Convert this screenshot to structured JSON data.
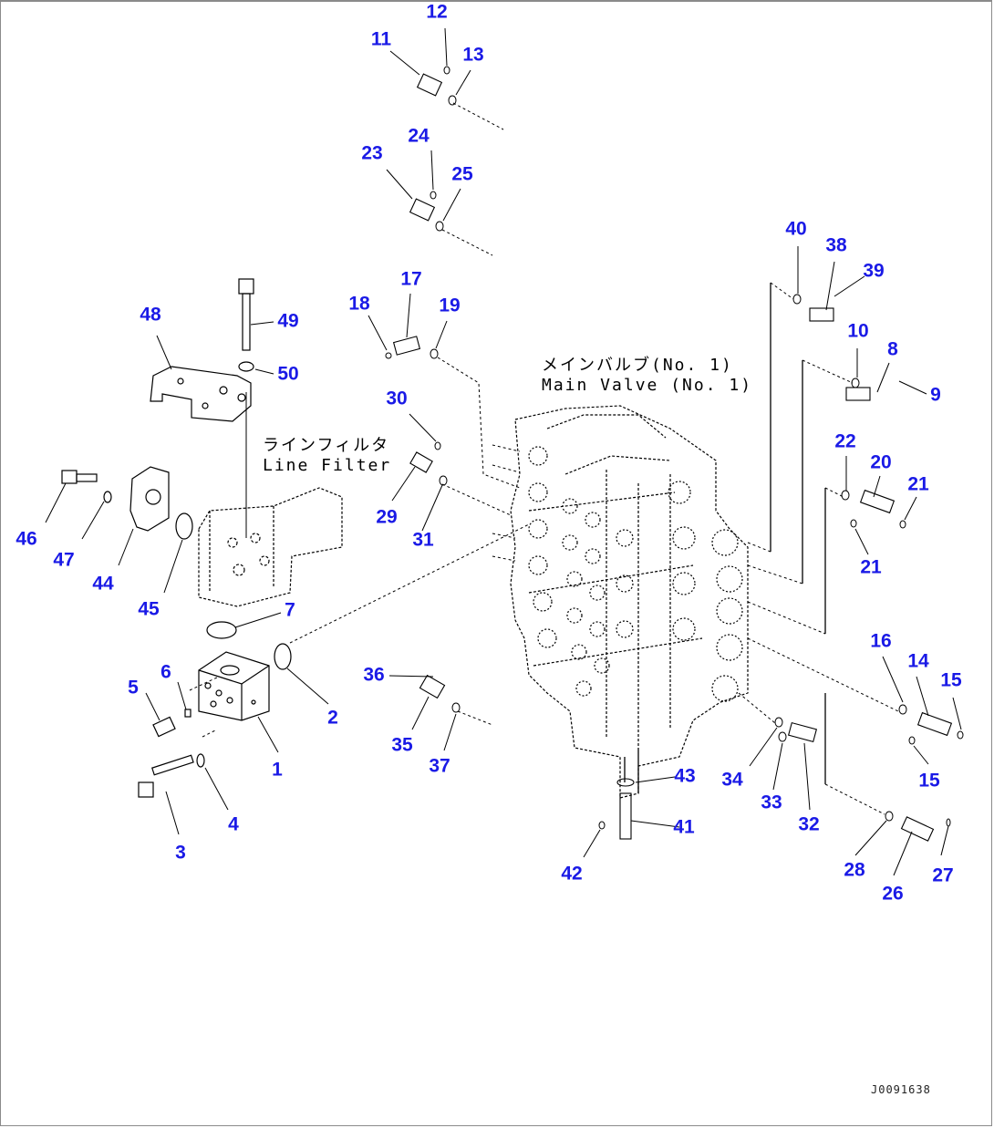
{
  "diagram": {
    "title_note_main_valve": {
      "jp": "メインバルブ(No. 1)",
      "en": "Main Valve (No. 1)"
    },
    "title_note_line_filter": {
      "jp": "ラインフィルタ",
      "en": "Line Filter"
    },
    "drawing_id": "J0091638",
    "label_color": "#1a1ae6",
    "callouts": [
      "1",
      "2",
      "3",
      "4",
      "5",
      "6",
      "7",
      "8",
      "9",
      "10",
      "11",
      "12",
      "13",
      "14",
      "15",
      "15",
      "16",
      "17",
      "18",
      "19",
      "20",
      "21",
      "21",
      "22",
      "23",
      "24",
      "25",
      "26",
      "27",
      "28",
      "29",
      "30",
      "31",
      "32",
      "33",
      "34",
      "35",
      "36",
      "37",
      "38",
      "39",
      "40",
      "41",
      "42",
      "43",
      "44",
      "45",
      "46",
      "47",
      "48",
      "49",
      "50"
    ]
  }
}
